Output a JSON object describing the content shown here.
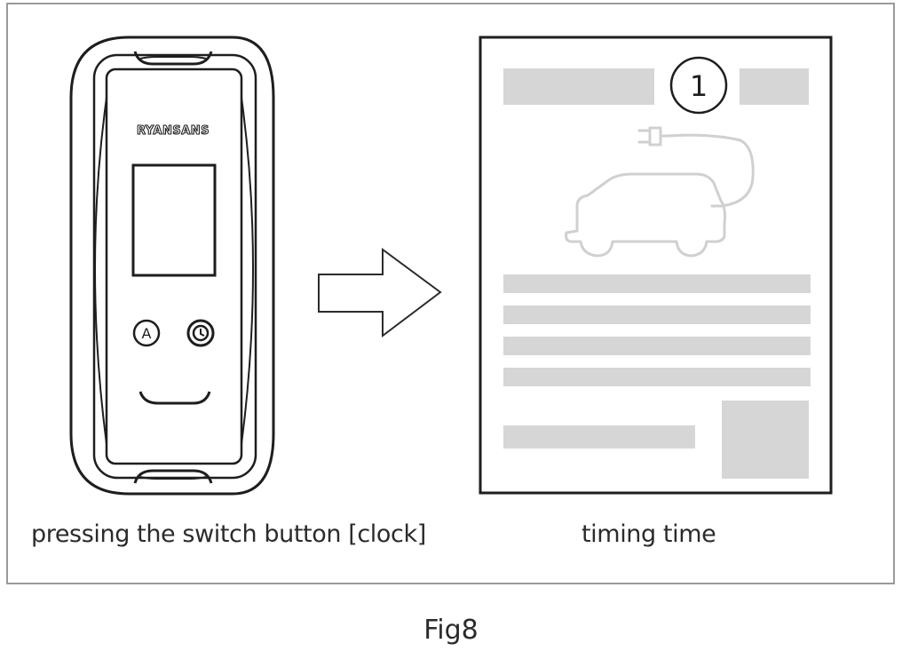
{
  "charger": {
    "brand": "RYANSANS",
    "button_a_label": "A",
    "button_clock_icon": "clock-icon"
  },
  "arrow_icon": "right-arrow-icon",
  "screen": {
    "step_number": "1",
    "car_icon": "ev-car-charging-icon"
  },
  "captions": {
    "left": "pressing the switch button [clock]",
    "right": "timing time"
  },
  "figure_label": "Fig8"
}
